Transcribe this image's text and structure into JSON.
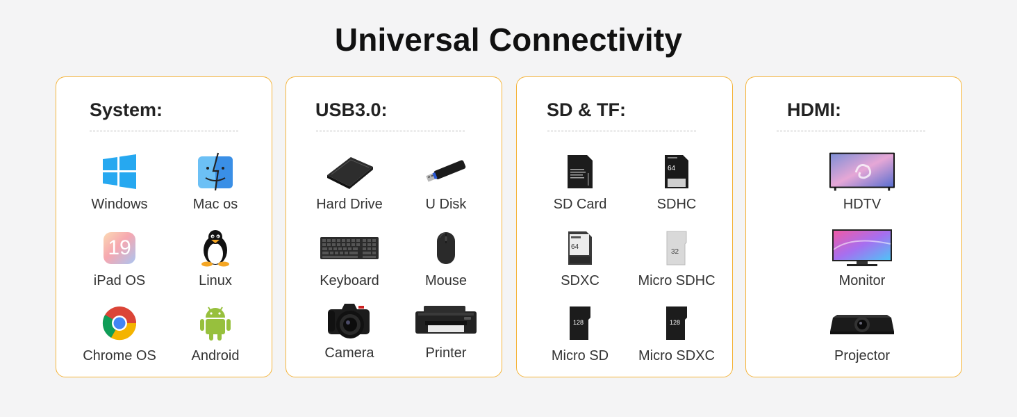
{
  "title": "Universal Connectivity",
  "cards": [
    {
      "title": "System:",
      "items": [
        {
          "label": "Windows",
          "icon": "windows-icon"
        },
        {
          "label": "Mac os",
          "icon": "mac-finder-icon"
        },
        {
          "label": "iPad OS",
          "icon": "ipados-icon",
          "icon_text": "19"
        },
        {
          "label": "Linux",
          "icon": "linux-penguin-icon"
        },
        {
          "label": "Chrome OS",
          "icon": "chrome-icon"
        },
        {
          "label": "Android",
          "icon": "android-icon"
        }
      ]
    },
    {
      "title": "USB3.0:",
      "items": [
        {
          "label": "Hard Drive",
          "icon": "hard-drive-icon"
        },
        {
          "label": "U Disk",
          "icon": "usb-stick-icon"
        },
        {
          "label": "Keyboard",
          "icon": "keyboard-icon"
        },
        {
          "label": "Mouse",
          "icon": "mouse-icon"
        },
        {
          "label": "Camera",
          "icon": "camera-icon"
        },
        {
          "label": "Printer",
          "icon": "printer-icon"
        }
      ]
    },
    {
      "title": "SD & TF:",
      "items": [
        {
          "label": "SD Card",
          "icon": "sd-card-icon"
        },
        {
          "label": "SDHC",
          "icon": "sdhc-card-icon",
          "icon_text": "64"
        },
        {
          "label": "SDXC",
          "icon": "sdxc-card-icon",
          "icon_text": "64"
        },
        {
          "label": "Micro SDHC",
          "icon": "micro-sdhc-card-icon",
          "icon_text": "32"
        },
        {
          "label": "Micro SD",
          "icon": "micro-sd-card-icon",
          "icon_text": "128"
        },
        {
          "label": "Micro SDXC",
          "icon": "micro-sdxc-card-icon",
          "icon_text": "128"
        }
      ]
    },
    {
      "title": "HDMI:",
      "items": [
        {
          "label": "HDTV",
          "icon": "hdtv-icon"
        },
        {
          "label": "Monitor",
          "icon": "monitor-icon"
        },
        {
          "label": "Projector",
          "icon": "projector-icon"
        }
      ]
    }
  ],
  "colors": {
    "background": "#f4f4f5",
    "card_border": "#f5b43a",
    "card_background": "#ffffff",
    "divider": "#b9b9b9"
  }
}
